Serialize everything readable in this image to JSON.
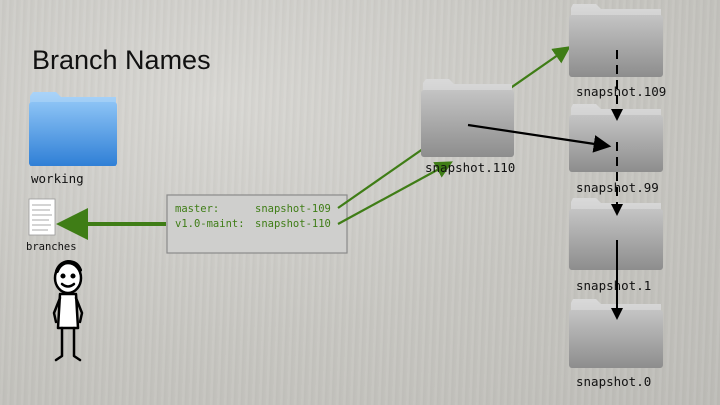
{
  "title": "Branch Names",
  "working_folder": {
    "label": "working",
    "icon": "blue-folder-icon"
  },
  "branches_file": {
    "label": "branches",
    "icon": "document-icon"
  },
  "person": {
    "icon": "stick-figure-icon"
  },
  "branch_table": {
    "rows": [
      {
        "name": "master:",
        "target": "snapshot-109"
      },
      {
        "name": "v1.0-maint:",
        "target": "snapshot-110"
      }
    ]
  },
  "snapshots": [
    {
      "label": "snapshot.109"
    },
    {
      "label": "snapshot.99"
    },
    {
      "label": "snapshot.1"
    },
    {
      "label": "snapshot.0"
    }
  ],
  "side_snapshot": {
    "label": "snapshot.110"
  },
  "colors": {
    "arrow_green": "#3f7d16",
    "arrow_black": "#000000",
    "folder_blue": "#4a90e2",
    "folder_gray": "#a9a9a9"
  }
}
